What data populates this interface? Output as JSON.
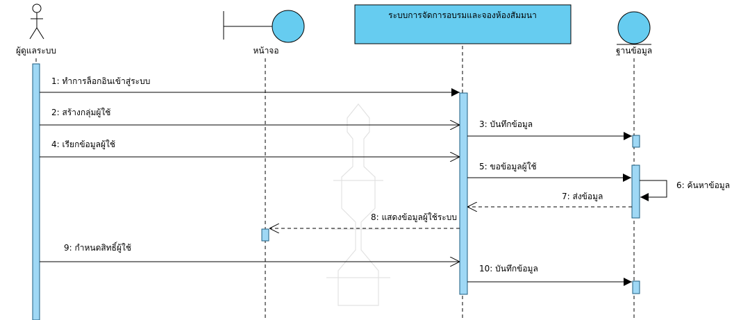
{
  "diagram": {
    "participants": {
      "actor": "ผู้ดูแลระบบ",
      "boundary": "หน้าจอ",
      "control": "ระบบการจัดการอบรมและจองห้องสัมมนา",
      "entity": "ฐานข้อมูล"
    },
    "messages": [
      "1: ทำการล็อกอินเข้าสู่ระบบ",
      "2: สร้างกลุ่มผู้ใช้",
      "3: บันทึกข้อมูล",
      "4: เรียกข้อมูลผู้ใช้",
      "5: ขอข้อมูลผู้ใช้",
      "6: ค้นหาข้อมูล",
      "7: ส่งข้อมูล",
      "8: แสดงข้อมูลผู้ใช้ระบบ",
      "9: กำหนดสิทธิ์ผู้ใช้",
      "10: บันทึกข้อมูล"
    ],
    "colors": {
      "activation_fill": "#9fd8f5",
      "activation_stroke": "#1c5d80",
      "box_fill": "#66ccf0",
      "line": "#000000"
    }
  }
}
